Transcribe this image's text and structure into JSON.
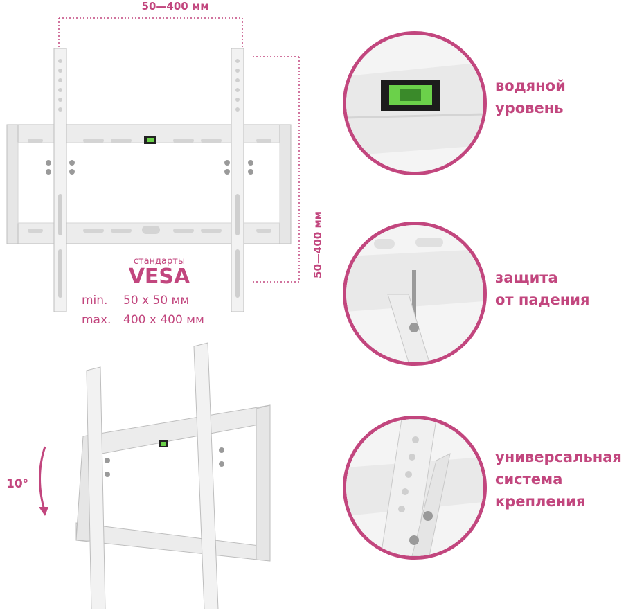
{
  "dimensions": {
    "horizontal": "50—400 мм",
    "vertical": "50—400 мм"
  },
  "vesa": {
    "prefix": "стандарты",
    "title": "VESA",
    "min_label": "min.",
    "min_value": "50 x 50 мм",
    "max_label": "max.",
    "max_value": "400 x 400 мм"
  },
  "tilt": {
    "angle": "10°"
  },
  "features": [
    {
      "lines": [
        "водяной",
        "уровень"
      ]
    },
    {
      "lines": [
        "защита",
        "от падения"
      ]
    },
    {
      "lines": [
        "универсальная",
        "система",
        "крепления"
      ]
    }
  ],
  "colors": {
    "accent": "#c2467e",
    "metal": "#ececec",
    "metal_edge": "#bdbdbd",
    "bubble": "#6bd14a"
  }
}
